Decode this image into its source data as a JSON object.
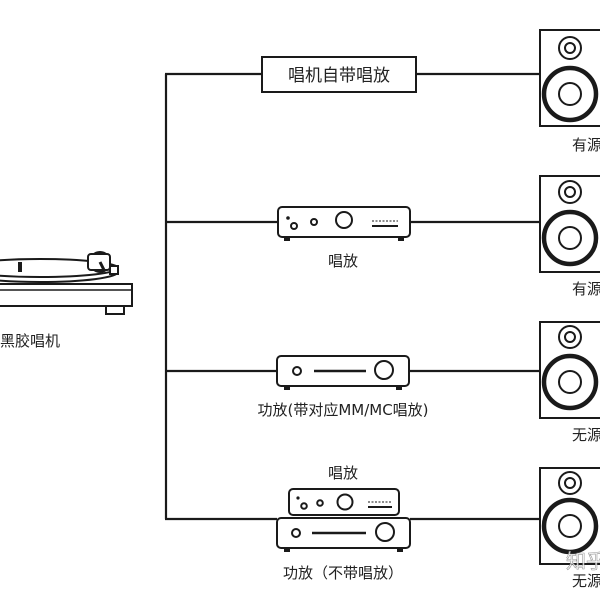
{
  "source": {
    "label": "黑胶唱机"
  },
  "paths": [
    {
      "device_label": "唱机自带唱放",
      "speaker_label": "有源"
    },
    {
      "device_label": "唱放",
      "speaker_label": "有源"
    },
    {
      "device_label": "功放(带对应MM/MC唱放)",
      "speaker_label": "无源"
    },
    {
      "device_label_top": "唱放",
      "device_label_bottom": "功放（不带唱放）",
      "speaker_label": "无源"
    }
  ],
  "watermark": "知乎",
  "colors": {
    "stroke": "#1a1a1a",
    "text": "#222222",
    "background": "#ffffff"
  }
}
